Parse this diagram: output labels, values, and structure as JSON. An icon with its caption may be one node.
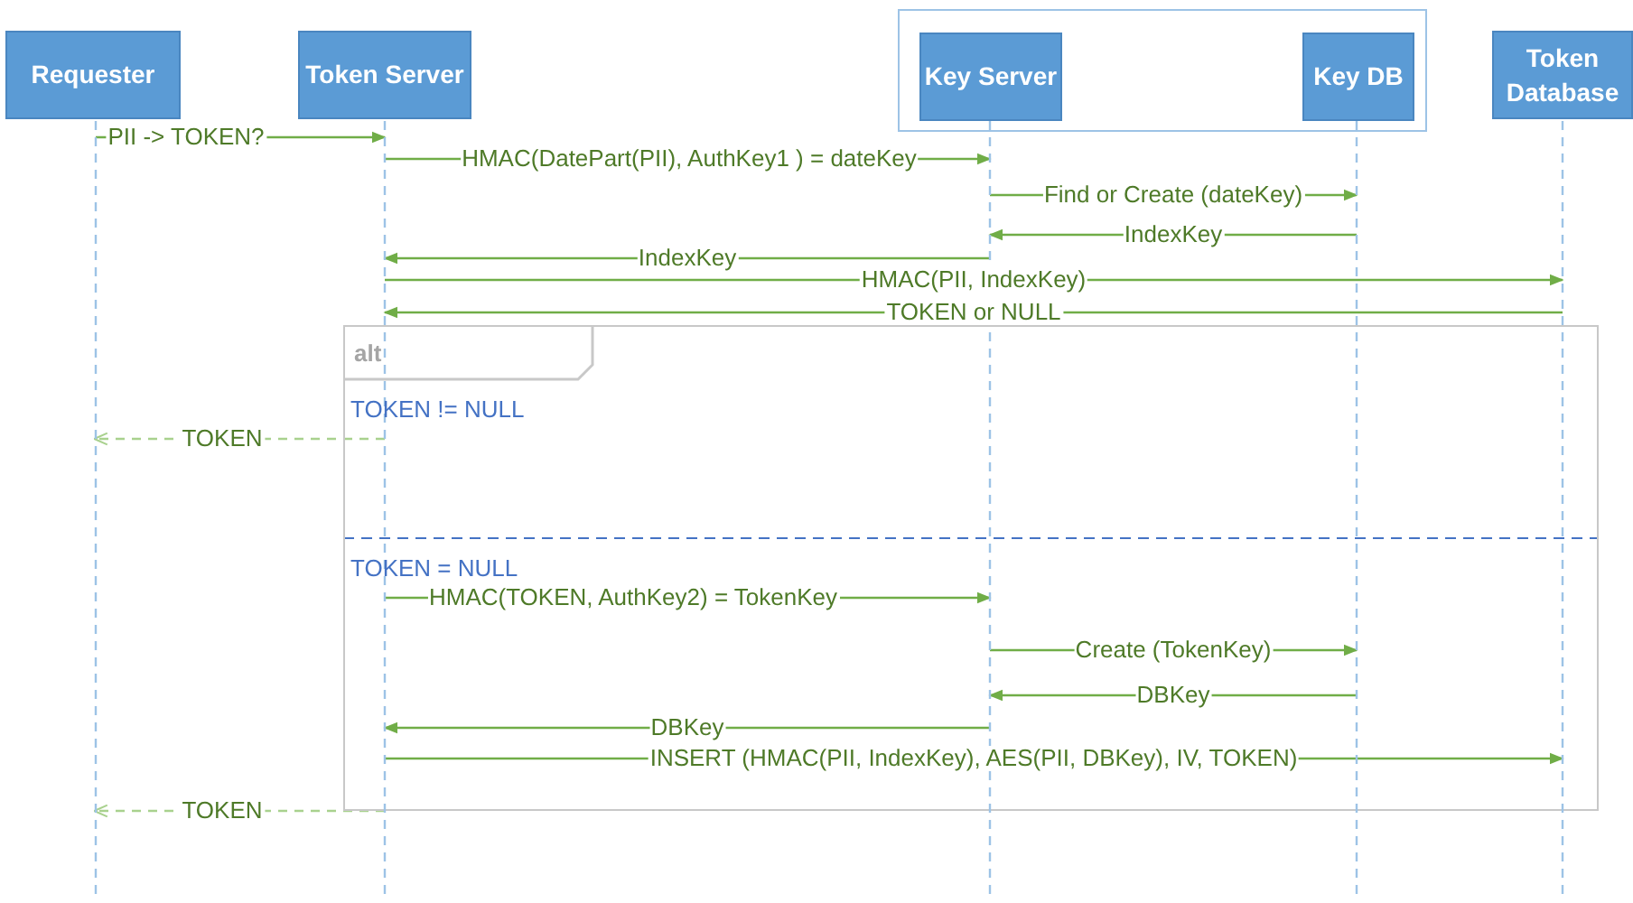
{
  "diagram": {
    "nodes": [
      {
        "text": [
          "Requester"
        ]
      },
      {
        "text": [
          "Token Server"
        ]
      },
      {
        "text": [],
        "shape": "box"
      },
      {
        "text": [
          "Key Server"
        ],
        "in": 2
      },
      {
        "text": [
          "Key DB"
        ],
        "in": 2
      },
      {
        "text": [
          "Token Database"
        ]
      },
      {
        "text": [],
        "shape": "line"
      },
      {
        "text": [],
        "shape": "line"
      },
      {
        "text": [],
        "shape": "line"
      },
      {
        "text": [],
        "shape": "line"
      },
      {
        "text": [],
        "shape": "line"
      }
    ],
    "edges": [
      {
        "from": 6,
        "to": 7,
        "arrow": "to",
        "label": "PII -> TOKEN?"
      },
      {
        "from": 7,
        "to": 8,
        "arrow": "to",
        "label": "HMAC(DatePart(PII), AuthKey1 ) = dateKey"
      },
      {
        "from": 8,
        "to": 9,
        "arrow": "to",
        "label": "Find or Create (dateKey)"
      },
      {
        "from": 9,
        "to": 8,
        "arrow": "to",
        "label": "IndexKey"
      },
      {
        "from": 8,
        "to": 7,
        "arrow": "to",
        "label": "IndexKey"
      },
      {
        "from": 7,
        "to": 10,
        "arrow": "to",
        "label": "HMAC(PII, IndexKey)"
      },
      {
        "from": 10,
        "to": 7,
        "arrow": "to",
        "label": "TOKEN or NULL"
      },
      {
        "from": 7,
        "to": 6,
        "arrow": "to",
        "label": "TOKEN",
        "style": "dashed",
        "color": "#a9d18e"
      },
      {
        "from": 7,
        "to": 8,
        "arrow": "to",
        "label": "HMAC(TOKEN, AuthKey2) = TokenKey"
      },
      {
        "from": 8,
        "to": 9,
        "arrow": "to",
        "label": "Create (TokenKey)"
      },
      {
        "from": 9,
        "to": 8,
        "arrow": "to",
        "label": "DBKey"
      },
      {
        "from": 8,
        "to": 7,
        "arrow": "to",
        "label": "DBKey"
      },
      {
        "from": 7,
        "to": 10,
        "arrow": "to",
        "label": "INSERT (HMAC(PII, IndexKey), AES(PII, DBKey), IV, TOKEN)"
      },
      {
        "from": 7,
        "to": 6,
        "arrow": "to",
        "label": "TOKEN",
        "style": "dashed",
        "color": "#a9d18e"
      }
    ],
    "labels": [
      "alt",
      "TOKEN != NULL",
      "TOKEN = NULL"
    ]
  }
}
